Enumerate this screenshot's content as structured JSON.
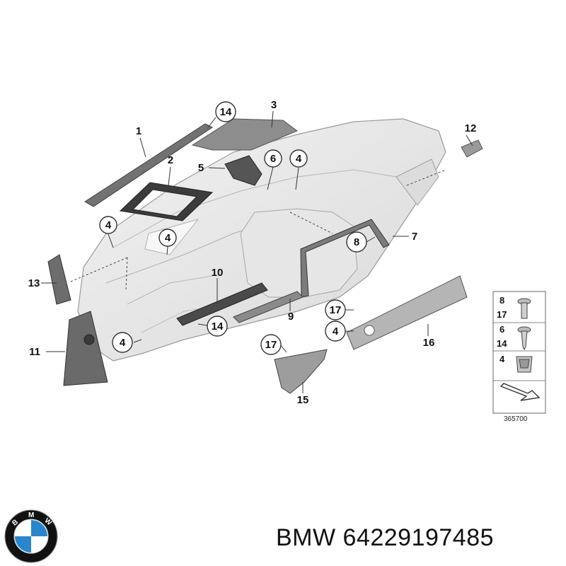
{
  "diagram": {
    "callouts": [
      "1",
      "2",
      "3",
      "4",
      "4",
      "4",
      "4",
      "4",
      "5",
      "6",
      "7",
      "8",
      "9",
      "10",
      "11",
      "12",
      "13",
      "14",
      "14",
      "15",
      "16",
      "17",
      "17"
    ],
    "legend": {
      "rows": [
        {
          "top": "8",
          "bottom": "17"
        },
        {
          "top": "6",
          "bottom": "14"
        },
        {
          "top": "4",
          "bottom": ""
        }
      ]
    },
    "reference_number": "365700"
  },
  "brand": {
    "logo_letters": "BMW",
    "logo_colors": {
      "ring": "#111111",
      "blue": "#2a86cc",
      "white": "#ffffff"
    }
  },
  "part_label": "BMW 64229197485"
}
